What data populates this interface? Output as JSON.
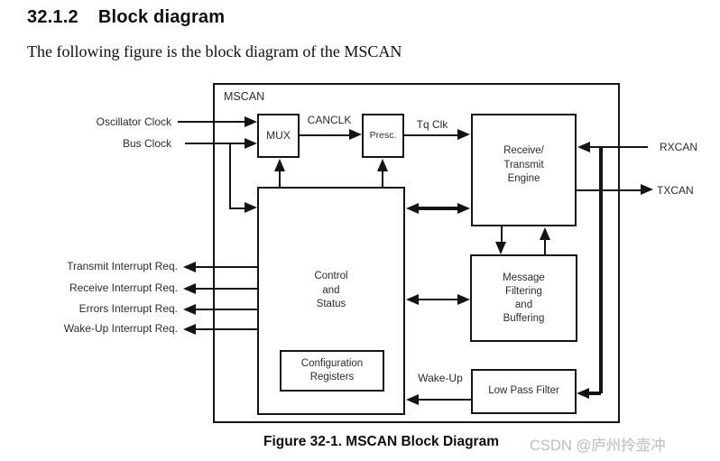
{
  "page": {
    "heading_number": "32.1.2",
    "heading_title": "Block diagram",
    "intro_text": "The following figure is the block diagram of the MSCAN",
    "caption": "Figure 32-1. MSCAN Block Diagram",
    "watermark": "CSDN @庐州拎壶冲"
  },
  "diagram": {
    "container_label": "MSCAN",
    "blocks": {
      "mux": "MUX",
      "prescaler": "Presc.",
      "rx_tx_engine": [
        "Receive/",
        "Transmit",
        "Engine"
      ],
      "control_status": [
        "Control",
        "and",
        "Status"
      ],
      "config_registers": [
        "Configuration",
        "Registers"
      ],
      "message_filtering": [
        "Message",
        "Filtering",
        "and",
        "Buffering"
      ],
      "low_pass_filter": "Low Pass Filter"
    },
    "signals": {
      "oscillator_clock": "Oscillator Clock",
      "bus_clock": "Bus Clock",
      "canclk": "CANCLK",
      "tq_clk": "Tq Clk",
      "rxcan": "RXCAN",
      "txcan": "TXCAN",
      "wake_up": "Wake-Up",
      "transmit_irq": "Transmit Interrupt Req.",
      "receive_irq": "Receive Interrupt Req.",
      "errors_irq": "Errors Interrupt Req.",
      "wakeup_irq": "Wake-Up Interrupt Req."
    },
    "colors": {
      "line": "#141414",
      "text": "#2b2b33",
      "watermark": "#c2c2c2"
    }
  }
}
